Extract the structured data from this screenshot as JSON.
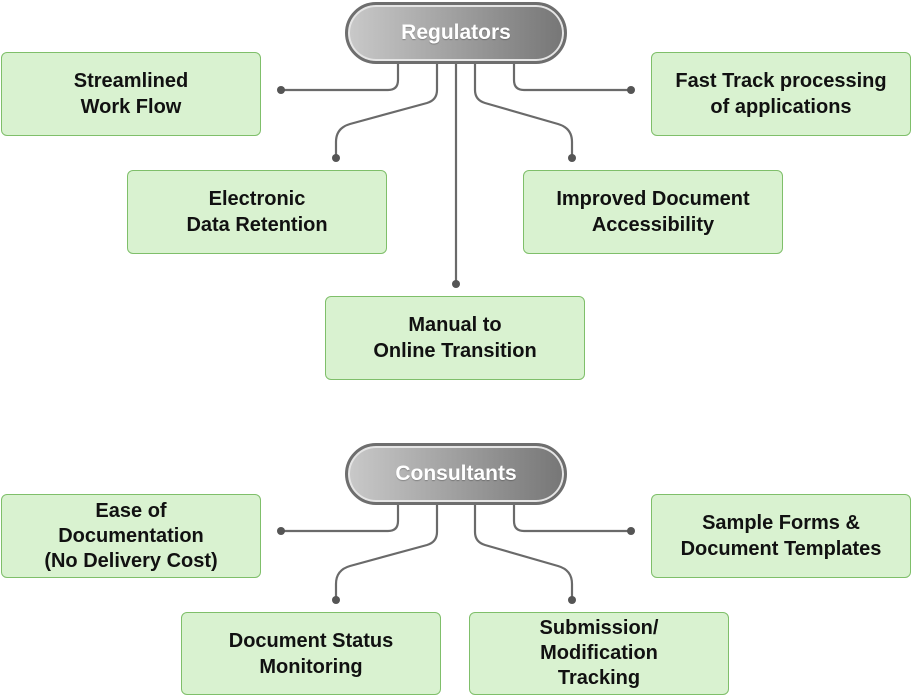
{
  "regulators": {
    "hub_label": "Regulators",
    "nodes": [
      {
        "id": "streamlined-work-flow",
        "label": "Streamlined\nWork Flow"
      },
      {
        "id": "fast-track-processing",
        "label": "Fast Track processing\nof applications"
      },
      {
        "id": "electronic-data-retention",
        "label": "Electronic\nData Retention"
      },
      {
        "id": "improved-document-accessibility",
        "label": "Improved Document\nAccessibility"
      },
      {
        "id": "manual-to-online-transition",
        "label": "Manual to\nOnline Transition"
      }
    ]
  },
  "consultants": {
    "hub_label": "Consultants",
    "nodes": [
      {
        "id": "ease-of-documentation",
        "label": "Ease of\nDocumentation\n(No Delivery Cost)"
      },
      {
        "id": "sample-forms-templates",
        "label": "Sample Forms &\nDocument Templates"
      },
      {
        "id": "document-status-monitoring",
        "label": "Document Status\nMonitoring"
      },
      {
        "id": "submission-modification-tracking",
        "label": "Submission/\nModification\nTracking"
      }
    ]
  },
  "colors": {
    "node_fill": "#d9f2d0",
    "node_border": "#7fbf6a",
    "hub_gradient_light": "#c9c9c9",
    "hub_gradient_dark": "#767676",
    "connector": "#6a6a6a"
  }
}
